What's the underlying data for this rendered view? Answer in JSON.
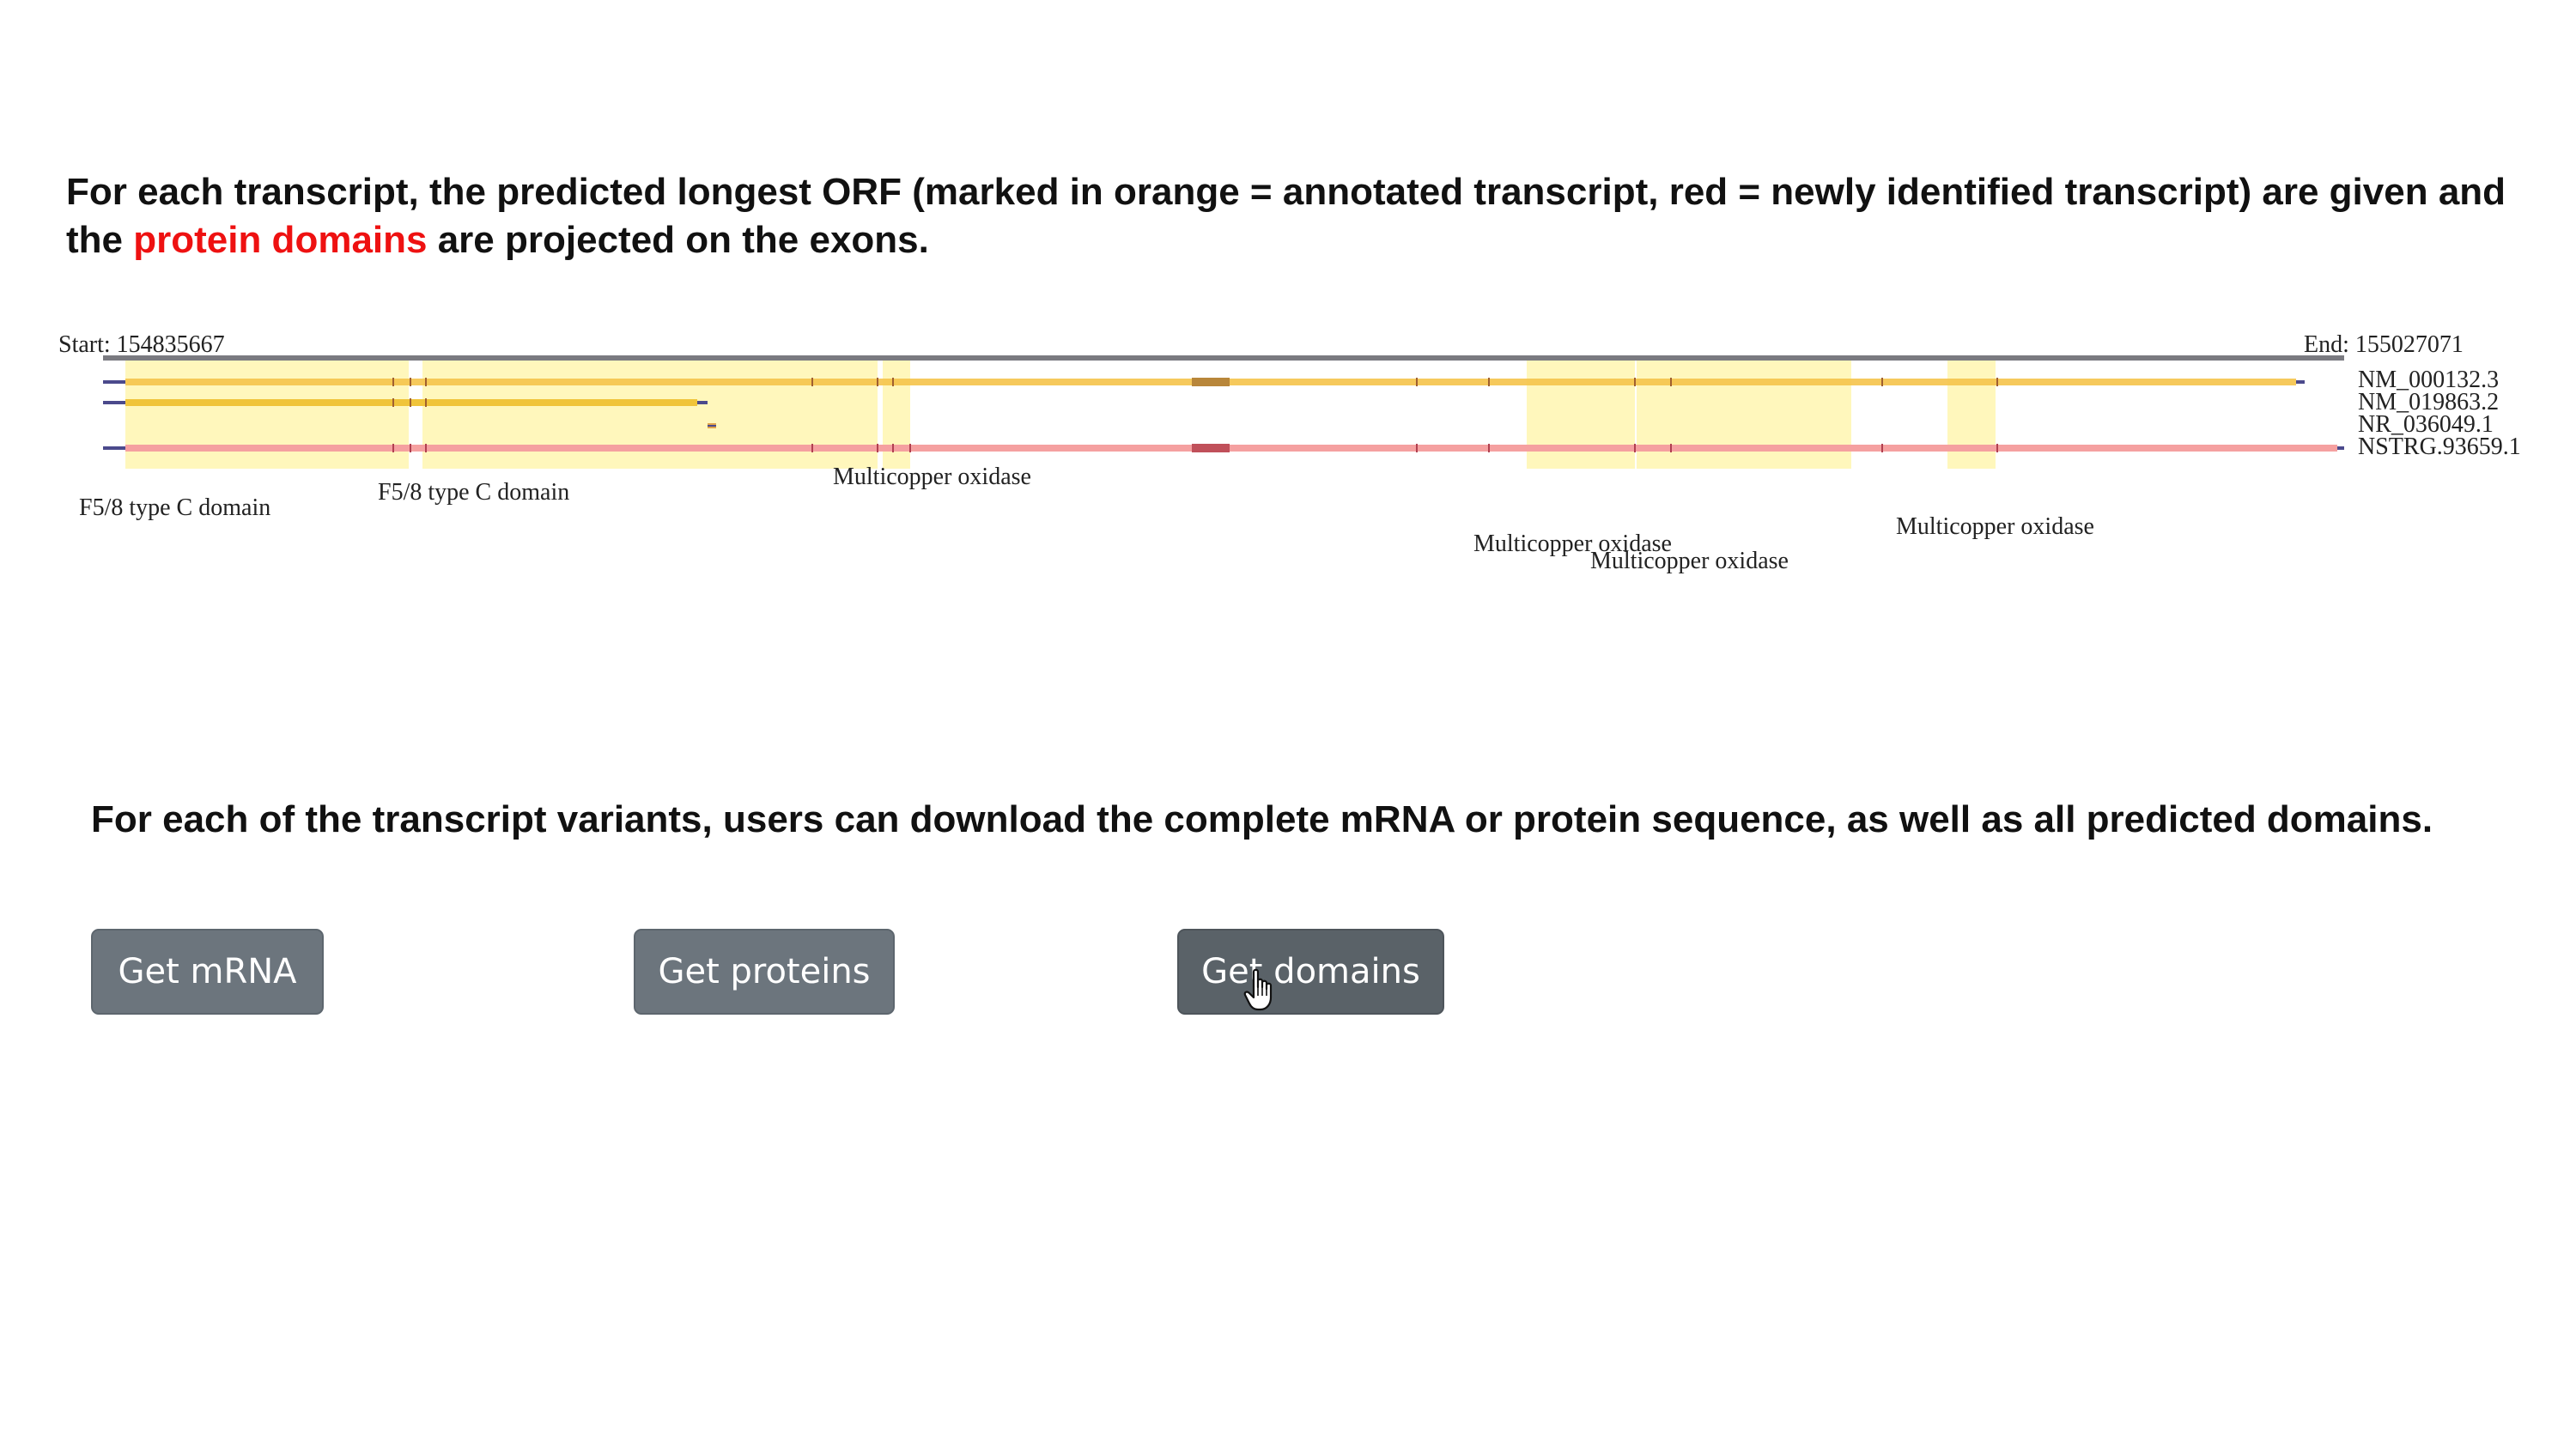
{
  "intro": {
    "part1": "For each transcript, the predicted longest ORF (marked in orange = annotated transcript, red = newly identified transcript) are given and the ",
    "highlight": "protein domains",
    "part2": " are projected on the exons."
  },
  "genome_browser": {
    "start_label": "Start: 154835667",
    "end_label": "End: 155027071",
    "transcripts": [
      {
        "id": "NM_000132.3",
        "status": "annotated",
        "orf_color": "#f5c34a"
      },
      {
        "id": "NM_019863.2",
        "status": "annotated",
        "orf_color": "#f0c43a"
      },
      {
        "id": "NR_036049.1",
        "status": "annotated",
        "orf_color": "#e0a34a"
      },
      {
        "id": "NSTRG.93659.1",
        "status": "newly identified",
        "orf_color": "#f5a0a0"
      }
    ],
    "domains": [
      {
        "name": "F5/8 type C domain"
      },
      {
        "name": "F5/8 type C domain"
      },
      {
        "name": "Multicopper oxidase"
      },
      {
        "name": "Multicopper oxidase"
      },
      {
        "name": "Multicopper oxidase"
      },
      {
        "name": "Multicopper oxidase"
      }
    ],
    "colors": {
      "domain_highlight": "#fff6b0",
      "intron_line": "#4b4a8c",
      "axis": "#7a7a80"
    }
  },
  "download": {
    "text": "For each of the transcript variants, users can download the complete mRNA or protein sequence, as well as all predicted domains.",
    "buttons": {
      "mrna": "Get mRNA",
      "proteins": "Get proteins",
      "domains": "Get domains"
    },
    "button_color": "#6c757d"
  }
}
